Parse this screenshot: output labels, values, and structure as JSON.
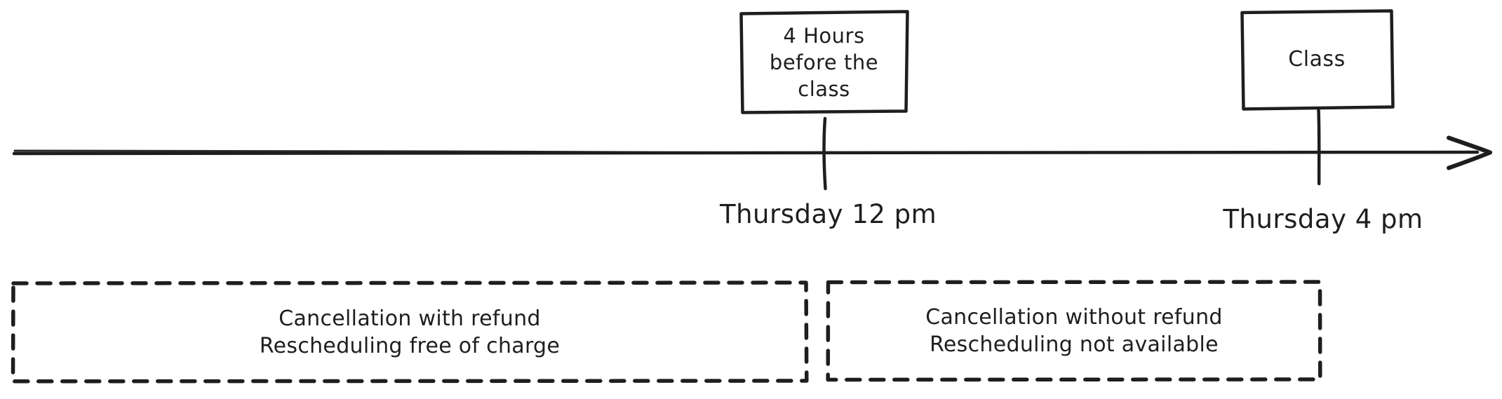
{
  "diagram": {
    "ink_color": "#1e1e1e",
    "background_color": "#ffffff"
  },
  "timeline": {
    "events": [
      {
        "box_lines": [
          "4 Hours",
          "before the",
          "class"
        ],
        "time_label": "Thursday 12 pm"
      },
      {
        "box_lines": [
          "Class"
        ],
        "time_label": "Thursday 4 pm"
      }
    ]
  },
  "policy_zones": [
    {
      "lines": [
        "Cancellation with refund",
        "Rescheduling free of charge"
      ]
    },
    {
      "lines": [
        "Cancellation without refund",
        "Rescheduling not available"
      ]
    }
  ]
}
